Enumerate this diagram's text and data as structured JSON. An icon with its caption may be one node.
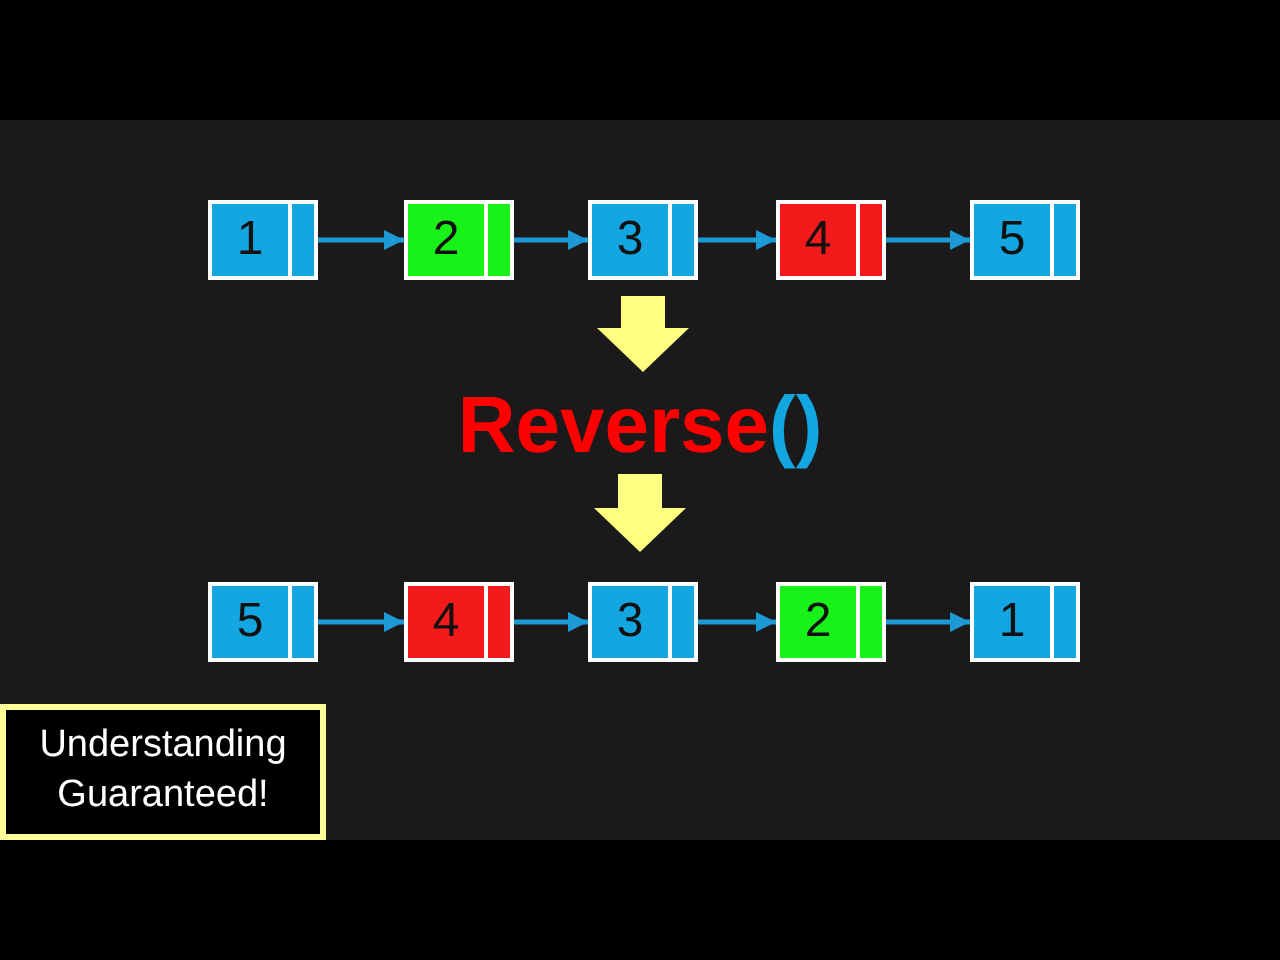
{
  "diagram": {
    "nodes": [
      {
        "text": [
          "1"
        ]
      },
      {
        "text": [
          "2"
        ]
      },
      {
        "text": [
          "3"
        ]
      },
      {
        "text": [
          "4"
        ]
      },
      {
        "text": [
          "5"
        ]
      },
      {
        "text": [
          "Reverse",
          "()"
        ]
      },
      {
        "text": [
          "5"
        ]
      },
      {
        "text": [
          "4"
        ]
      },
      {
        "text": [
          "3"
        ]
      },
      {
        "text": [
          "2"
        ]
      },
      {
        "text": [
          "1"
        ]
      },
      {
        "text": [
          "Understanding Guaranteed!"
        ]
      }
    ],
    "edges": [
      {
        "from": 0,
        "to": 1,
        "arrow": "to"
      },
      {
        "from": 1,
        "to": 2,
        "arrow": "to"
      },
      {
        "from": 2,
        "to": 3,
        "arrow": "to"
      },
      {
        "from": 3,
        "to": 4,
        "arrow": "to"
      },
      {
        "from": 2,
        "to": 5,
        "arrow": "to",
        "style": "thick",
        "color": "#ffff80"
      },
      {
        "from": 5,
        "to": 8,
        "arrow": "to",
        "style": "thick",
        "color": "#ffff80"
      },
      {
        "from": 6,
        "to": 7,
        "arrow": "to"
      },
      {
        "from": 7,
        "to": 8,
        "arrow": "to"
      },
      {
        "from": 8,
        "to": 9,
        "arrow": "to"
      },
      {
        "from": 9,
        "to": 10,
        "arrow": "to"
      }
    ]
  }
}
